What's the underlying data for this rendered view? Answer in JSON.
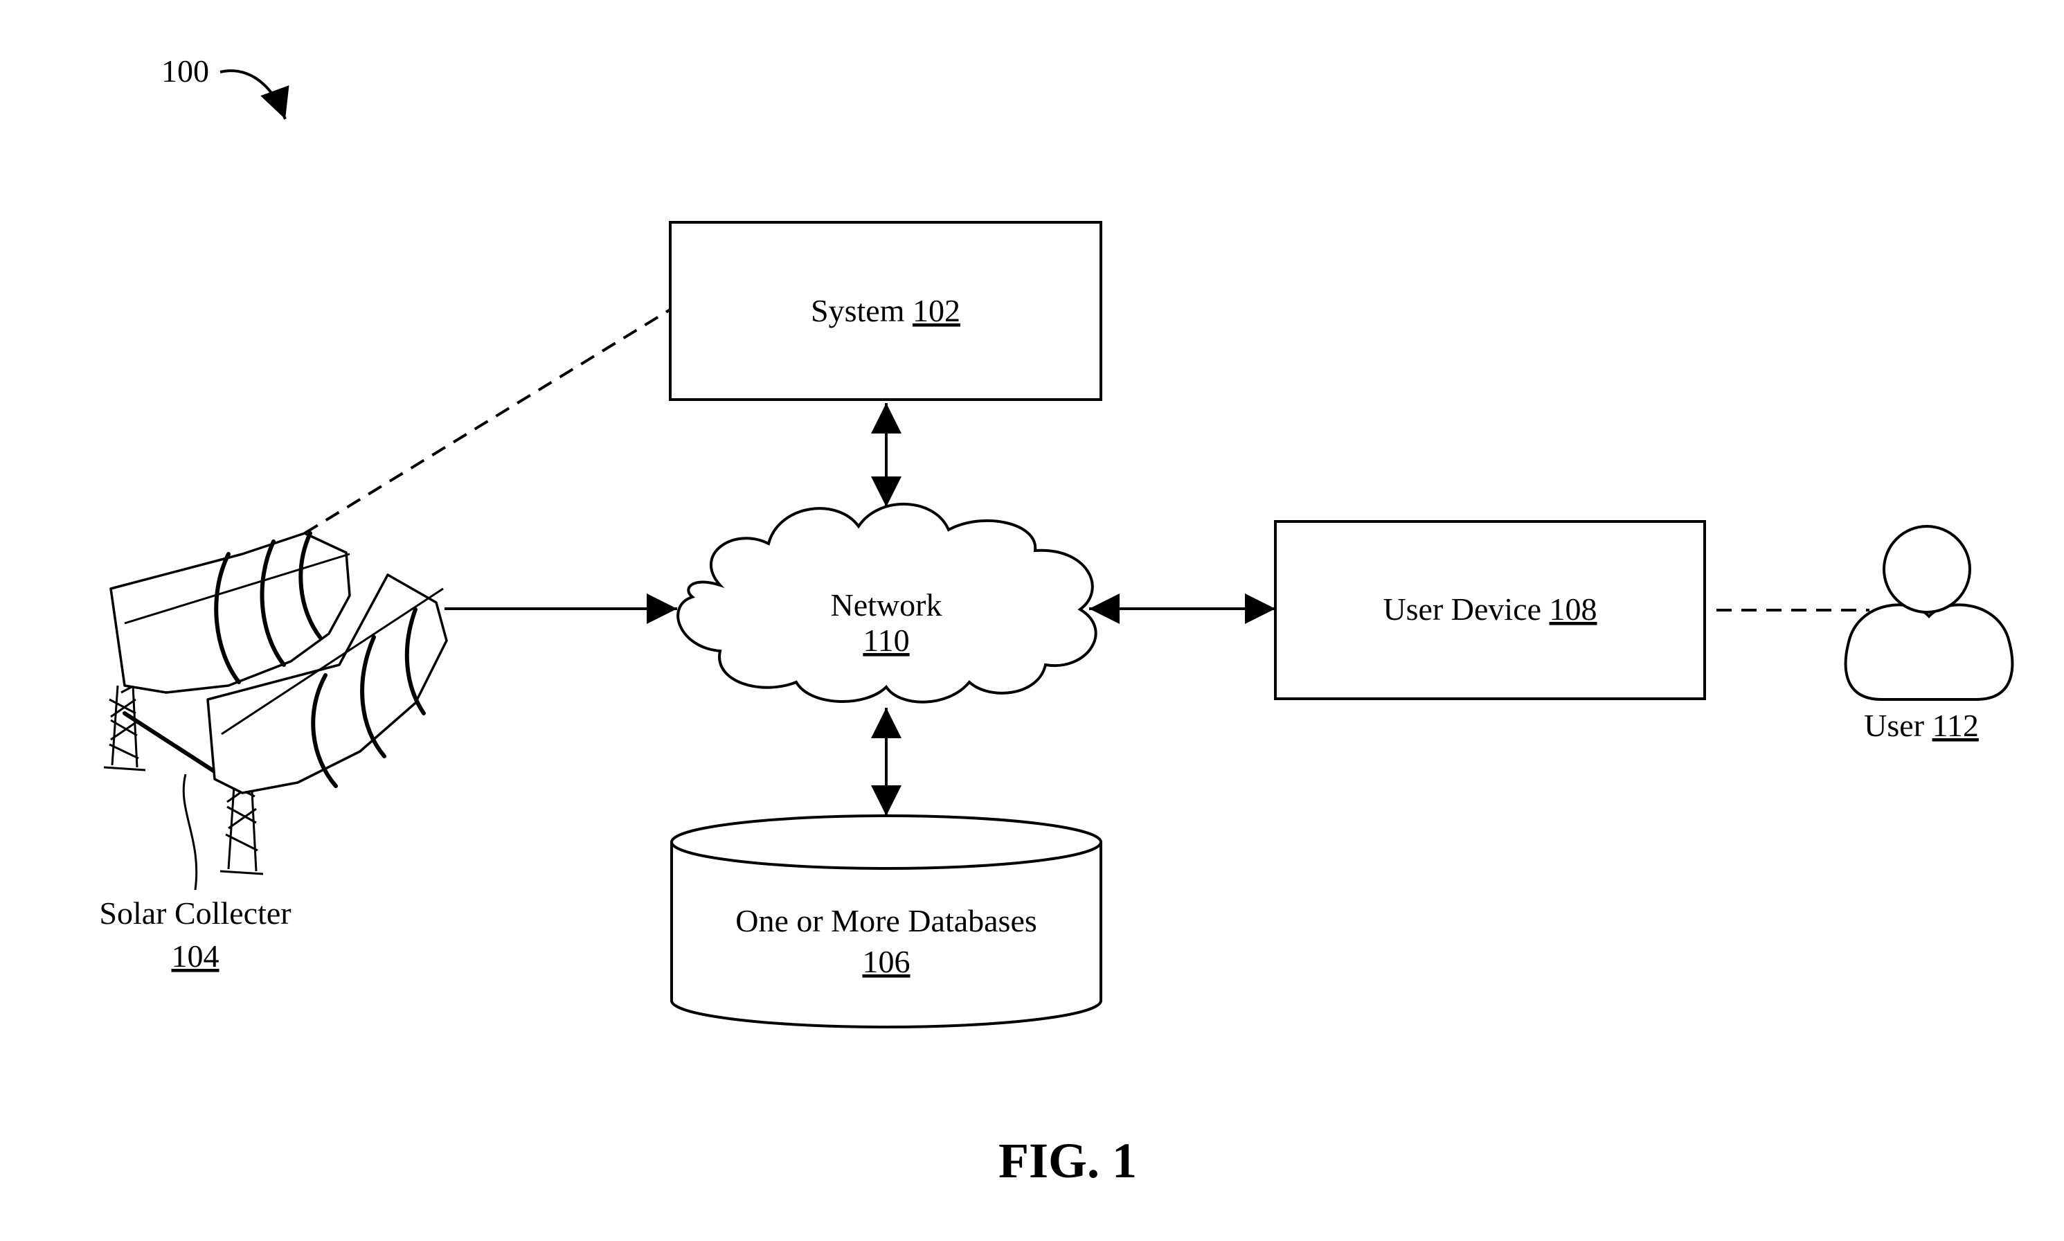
{
  "figure_ref": "100",
  "figure_caption": "FIG. 1",
  "nodes": {
    "system": {
      "label": "System",
      "ref": "102"
    },
    "solar_collector": {
      "label": "Solar Collecter",
      "ref": "104"
    },
    "databases": {
      "label": "One or More Databases",
      "ref": "106"
    },
    "user_device": {
      "label": "User Device",
      "ref": "108"
    },
    "network": {
      "label": "Network",
      "ref": "110"
    },
    "user": {
      "label": "User",
      "ref": "112"
    }
  },
  "edges": [
    {
      "from": "system",
      "to": "network",
      "style": "solid",
      "arrows": "both"
    },
    {
      "from": "solar_collector",
      "to": "network",
      "style": "solid",
      "arrows": "end"
    },
    {
      "from": "network",
      "to": "user_device",
      "style": "solid",
      "arrows": "both"
    },
    {
      "from": "network",
      "to": "databases",
      "style": "solid",
      "arrows": "both"
    },
    {
      "from": "solar_collector",
      "to": "system",
      "style": "dashed",
      "arrows": "none"
    },
    {
      "from": "user_device",
      "to": "user",
      "style": "dashed",
      "arrows": "none"
    }
  ]
}
